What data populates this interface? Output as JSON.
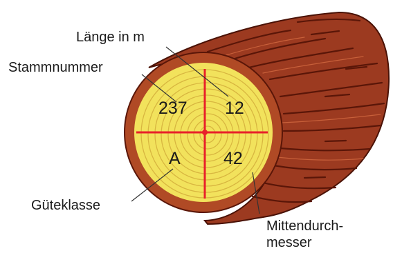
{
  "labels": {
    "length": "Länge in m",
    "log_number": "Stammnummer",
    "quality_class": "Güteklasse",
    "mid_diameter_line1": "Mittendurch-",
    "mid_diameter_line2": "messer"
  },
  "values": {
    "log_number": "237",
    "length": "12",
    "quality_class": "A",
    "mid_diameter": "42"
  },
  "colors": {
    "bark": "#9c3a20",
    "bark_dark": "#5a1608",
    "wood_face": "#f2e25c",
    "rings": "#d8b640",
    "cross": "#e8202a"
  }
}
